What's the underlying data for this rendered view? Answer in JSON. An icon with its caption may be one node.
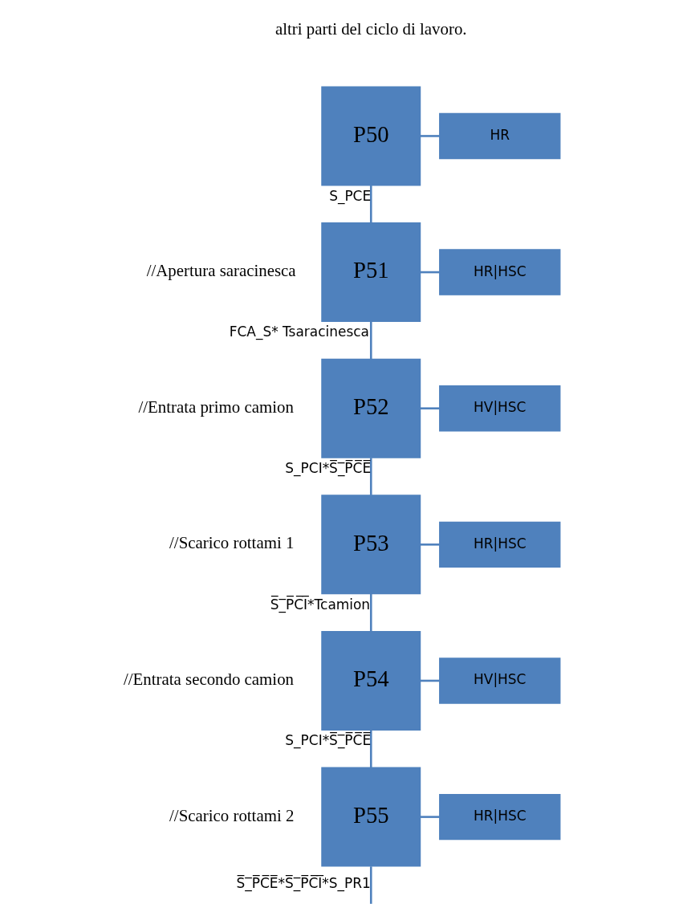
{
  "diagram": {
    "nodes": [
      {
        "text": [
          "P50"
        ]
      },
      {
        "text": [
          "HR"
        ]
      },
      {
        "text": [
          "P51"
        ],
        "beside": [
          "//Apertura saracinesca"
        ]
      },
      {
        "text": [
          "HR|HSC"
        ]
      },
      {
        "text": [
          "P52"
        ],
        "beside": [
          "//Entrata primo camion"
        ]
      },
      {
        "text": [
          "HV|HSC"
        ]
      },
      {
        "text": [
          "P53"
        ],
        "beside": [
          "//Scarico rottami 1"
        ]
      },
      {
        "text": [
          "HR|HSC"
        ]
      },
      {
        "text": [
          "P54"
        ],
        "beside": [
          "//Entrata secondo camion"
        ]
      },
      {
        "text": [
          "HV|HSC"
        ]
      },
      {
        "text": [
          "P55"
        ],
        "beside": [
          "//Scarico rottami 2"
        ]
      },
      {
        "text": [
          "HR|HSC"
        ]
      }
    ],
    "edges": [
      {
        "from": 0,
        "to": 1,
        "arrow": "none"
      },
      {
        "from": 0,
        "to": 2,
        "arrow": "none",
        "label": "S_PCE"
      },
      {
        "from": 2,
        "to": 3,
        "arrow": "none"
      },
      {
        "from": 2,
        "to": 4,
        "arrow": "none",
        "label": "FCA_S* Tsaracinesca"
      },
      {
        "from": 4,
        "to": 5,
        "arrow": "none"
      },
      {
        "from": 4,
        "to": 6,
        "arrow": "none",
        "label": "S_PCI*S̅_̅P̅C̅E̅"
      },
      {
        "from": 6,
        "to": 7,
        "arrow": "none"
      },
      {
        "from": 6,
        "to": 8,
        "arrow": "none",
        "label": "S̅_̅P̅C̅I̅*Tcamion"
      },
      {
        "from": 8,
        "to": 9,
        "arrow": "none"
      },
      {
        "from": 8,
        "to": 10,
        "arrow": "none",
        "label": "S_PCI*S̅_̅P̅C̅E̅"
      },
      {
        "from": 10,
        "to": 11,
        "arrow": "none"
      },
      {
        "from": 10,
        "to": null,
        "arrow": "none",
        "label": "S̅_̅P̅C̅E̅*S̅_̅P̅C̅I̅*S_PR1"
      }
    ],
    "labels": [
      "altri parti del ciclo di lavoro."
    ]
  }
}
